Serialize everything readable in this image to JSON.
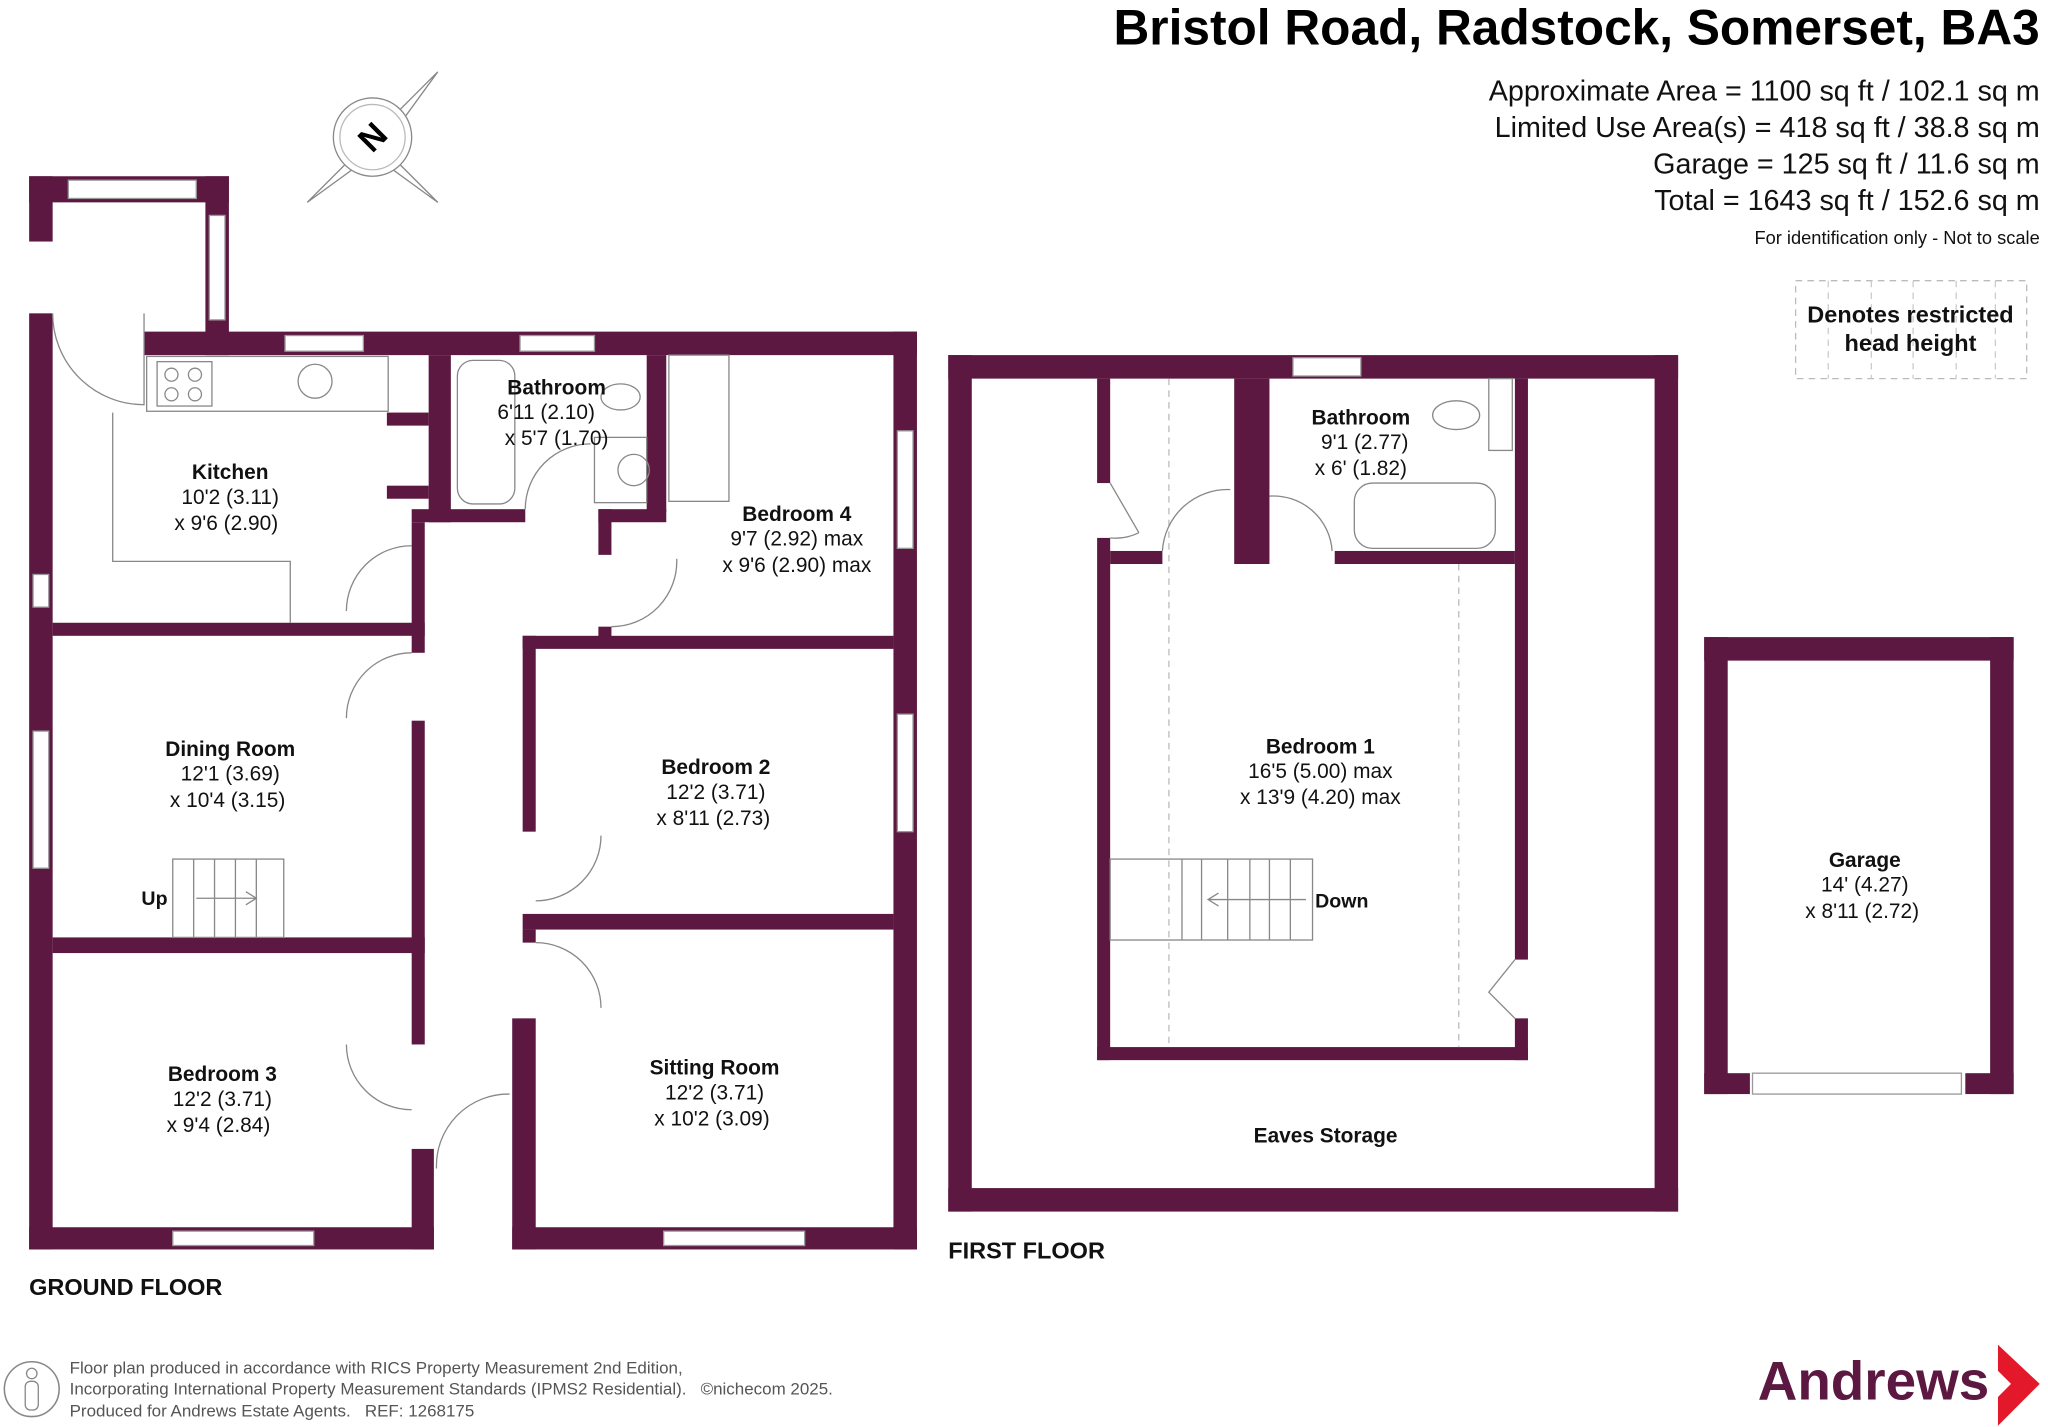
{
  "header": {
    "title": "Bristol Road, Radstock, Somerset, BA3",
    "areas": [
      "Approximate Area = 1100 sq ft / 102.1 sq m",
      "Limited Use Area(s) = 418 sq ft / 38.8 sq m",
      "Garage = 125 sq ft / 11.6 sq m",
      "Total = 1643 sq ft / 152.6 sq m"
    ],
    "disclaimer": "For identification only - Not to scale"
  },
  "legend": {
    "line1": "Denotes restricted",
    "line2": "head height"
  },
  "compass": {
    "label": "N"
  },
  "colors": {
    "wall": "#5c1840",
    "brand_red": "#e3192b"
  },
  "ground_floor": {
    "label": "GROUND FLOOR",
    "rooms": [
      {
        "name": "Kitchen",
        "dim1": "10'2 (3.11)",
        "dim2": "x 9'6 (2.90)"
      },
      {
        "name": "Bathroom",
        "dim1": "6'11 (2.10)",
        "dim2": "x 5'7 (1.70)"
      },
      {
        "name": "Bedroom 4",
        "dim1": "9'7 (2.92) max",
        "dim2": "x 9'6 (2.90) max"
      },
      {
        "name": "Dining Room",
        "dim1": "12'1 (3.69)",
        "dim2": "x 10'4 (3.15)"
      },
      {
        "name": "Bedroom 2",
        "dim1": "12'2 (3.71)",
        "dim2": "x 8'11 (2.73)"
      },
      {
        "name": "Bedroom 3",
        "dim1": "12'2 (3.71)",
        "dim2": "x 9'4 (2.84)"
      },
      {
        "name": "Sitting Room",
        "dim1": "12'2 (3.71)",
        "dim2": "x 10'2 (3.09)"
      }
    ],
    "stairs_label": "Up"
  },
  "first_floor": {
    "label": "FIRST FLOOR",
    "rooms": [
      {
        "name": "Bathroom",
        "dim1": "9'1 (2.77)",
        "dim2": "x 6' (1.82)"
      },
      {
        "name": "Bedroom 1",
        "dim1": "16'5 (5.00) max",
        "dim2": "x 13'9 (4.20) max"
      }
    ],
    "eaves": "Eaves Storage",
    "stairs_label": "Down"
  },
  "garage": {
    "name": "Garage",
    "dim1": "14' (4.27)",
    "dim2": "x 8'11 (2.72)"
  },
  "footer": {
    "line1": "Floor plan produced in accordance with RICS Property Measurement 2nd Edition,",
    "line2": "Incorporating International Property Measurement Standards (IPMS2 Residential).   ©nichecom 2025.",
    "line3": "Produced for Andrews Estate Agents.   REF: 1268175"
  },
  "logo": {
    "text": "Andrews"
  }
}
